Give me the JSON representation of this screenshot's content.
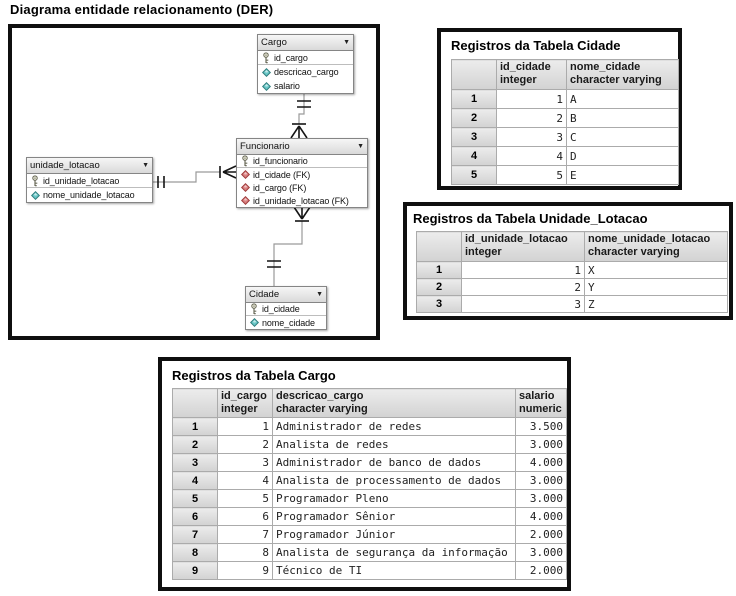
{
  "page": {
    "title": "Diagrama entidade relacionamento (DER)"
  },
  "icons": {
    "dropdown_caret": "▼"
  },
  "diagram": {
    "entities": [
      {
        "name": "Cargo",
        "fields": [
          {
            "icon": "key-icon",
            "label": "id_cargo",
            "pk": true
          },
          {
            "icon": "attribute-icon",
            "label": "descricao_cargo"
          },
          {
            "icon": "attribute-icon",
            "label": "salario"
          }
        ]
      },
      {
        "name": "Funcionario",
        "fields": [
          {
            "icon": "key-icon",
            "label": "id_funcionario",
            "pk": true
          },
          {
            "icon": "fk-attribute-icon",
            "label": "id_cidade (FK)"
          },
          {
            "icon": "fk-attribute-icon",
            "label": "id_cargo (FK)"
          },
          {
            "icon": "fk-attribute-icon",
            "label": "id_unidade_lotacao (FK)"
          }
        ]
      },
      {
        "name": "unidade_lotacao",
        "fields": [
          {
            "icon": "key-icon",
            "label": "id_unidade_lotacao",
            "pk": true
          },
          {
            "icon": "attribute-icon",
            "label": "nome_unidade_lotacao"
          }
        ]
      },
      {
        "name": "Cidade",
        "fields": [
          {
            "icon": "key-icon",
            "label": "id_cidade",
            "pk": true
          },
          {
            "icon": "attribute-icon",
            "label": "nome_cidade"
          }
        ]
      }
    ],
    "relationships": [
      {
        "from": "Cargo",
        "to": "Funcionario",
        "from_end": "one (double bar)",
        "to_end": "many (crow's foot with bar)"
      },
      {
        "from": "unidade_lotacao",
        "to": "Funcionario",
        "from_end": "one (double bar)",
        "to_end": "many (crow's foot with bar)"
      },
      {
        "from": "Cidade",
        "to": "Funcionario",
        "from_end": "one (double bar)",
        "to_end": "many (crow's foot with bar)"
      }
    ]
  },
  "record_tables": [
    {
      "title": "Registros da Tabela Cidade",
      "columns": [
        {
          "name": "id_cidade",
          "type": "integer"
        },
        {
          "name": "nome_cidade",
          "type": "character varying"
        }
      ],
      "rows": [
        [
          "1",
          "A"
        ],
        [
          "2",
          "B"
        ],
        [
          "3",
          "C"
        ],
        [
          "4",
          "D"
        ],
        [
          "5",
          "E"
        ]
      ]
    },
    {
      "title": "Registros da Tabela Unidade_Lotacao",
      "columns": [
        {
          "name": "id_unidade_lotacao",
          "type": "integer"
        },
        {
          "name": "nome_unidade_lotacao",
          "type": "character varying"
        }
      ],
      "rows": [
        [
          "1",
          "X"
        ],
        [
          "2",
          "Y"
        ],
        [
          "3",
          "Z"
        ]
      ]
    },
    {
      "title": "Registros da Tabela Cargo",
      "columns": [
        {
          "name": "id_cargo",
          "type": "integer"
        },
        {
          "name": "descricao_cargo",
          "type": "character varying"
        },
        {
          "name": "salario",
          "type": "numeric"
        }
      ],
      "rows": [
        [
          "1",
          "Administrador de redes",
          "3.500"
        ],
        [
          "2",
          "Analista de redes",
          "3.000"
        ],
        [
          "3",
          "Administrador de banco de dados",
          "4.000"
        ],
        [
          "4",
          "Analista de processamento de dados",
          "3.000"
        ],
        [
          "5",
          "Programador Pleno",
          "3.000"
        ],
        [
          "6",
          "Programador Sênior",
          "4.000"
        ],
        [
          "7",
          "Programador Júnior",
          "2.000"
        ],
        [
          "8",
          "Analista de segurança da informação",
          "3.000"
        ],
        [
          "9",
          "Técnico de TI",
          "2.000"
        ]
      ]
    }
  ],
  "colors": {
    "panel_border": "#0f0f0f",
    "grid_header_bg": "#d8d8d8",
    "attribute_icon": "#69c7c7",
    "fk_attribute_icon": "#d98080",
    "key_icon": "#6b6b5a",
    "connector_line": "#9a9a9a"
  }
}
